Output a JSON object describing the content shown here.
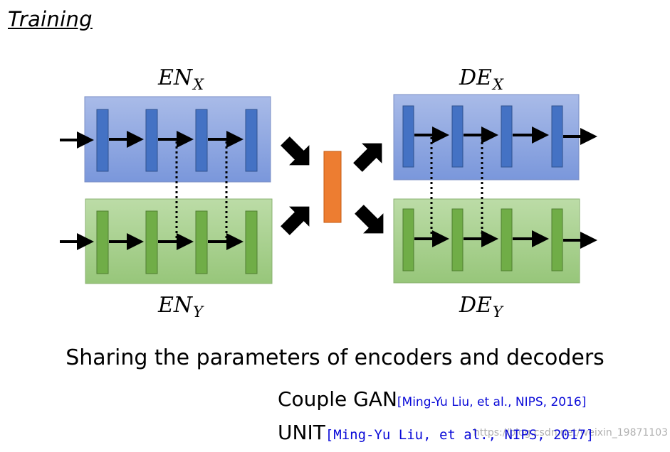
{
  "title": "Training",
  "encoders": {
    "x": {
      "main": "EN",
      "sub": "X"
    },
    "y": {
      "main": "EN",
      "sub": "Y"
    }
  },
  "decoders": {
    "x": {
      "main": "DE",
      "sub": "X"
    },
    "y": {
      "main": "DE",
      "sub": "Y"
    }
  },
  "caption": "Sharing the parameters of encoders and decoders",
  "references": [
    {
      "name": "Couple GAN",
      "citation": "[Ming-Yu Liu, et al., NIPS, 2016]"
    },
    {
      "name": "UNIT",
      "citation": "[Ming-Yu Liu, et al., NIPS, 2017]"
    }
  ],
  "watermark": "https://blog.csdn.net/weixin_19871103",
  "colors": {
    "blue_box": "#8fa8e0",
    "blue_bar": "#4472c4",
    "green_box": "#a9d18e",
    "green_bar": "#70ad47",
    "latent": "#ed7d31"
  }
}
